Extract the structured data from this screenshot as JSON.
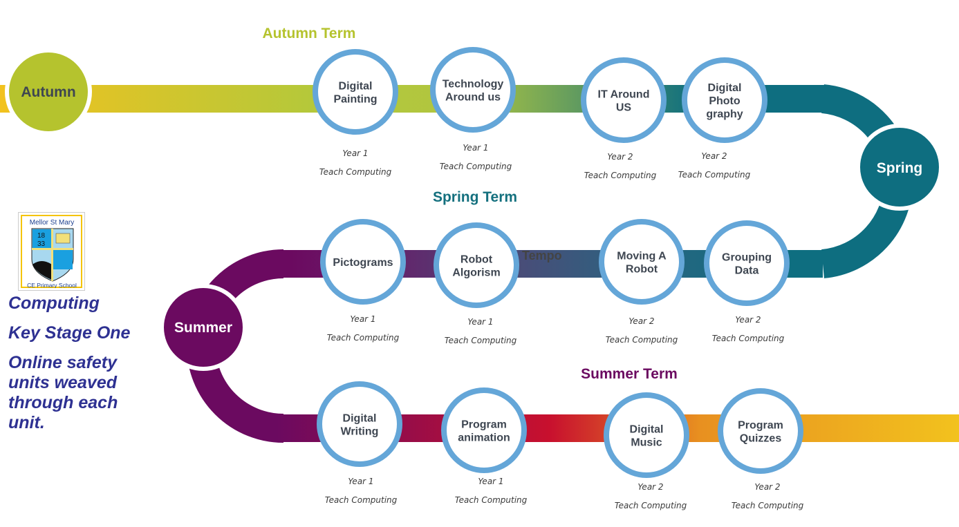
{
  "terms": {
    "autumn": {
      "title": "Autumn Term",
      "season": "Autumn",
      "color": "#b5c32e"
    },
    "spring": {
      "title": "Spring Term",
      "season": "Spring",
      "color": "#0e6e80"
    },
    "summer": {
      "title": "Summer Term",
      "season": "Summer",
      "color": "#6b0a60"
    }
  },
  "units": [
    {
      "lines": [
        "Digital",
        "Painting"
      ],
      "year": "Year 1",
      "source": "Teach Computing"
    },
    {
      "lines": [
        "Technology",
        "Around us"
      ],
      "year": "Year 1",
      "source": "Teach Computing"
    },
    {
      "lines": [
        "IT Around",
        "US"
      ],
      "year": "Year 2",
      "source": "Teach Computing"
    },
    {
      "lines": [
        "Digital",
        "Photo",
        "graphy"
      ],
      "year": "Year 2",
      "source": "Teach Computing"
    },
    {
      "lines": [
        "Pictograms"
      ],
      "year": "Year 1",
      "source": "Teach Computing"
    },
    {
      "lines": [
        "Robot",
        "Algorism"
      ],
      "year": "Year 1",
      "source": "Teach Computing"
    },
    {
      "lines": [
        "Moving A",
        "Robot"
      ],
      "year": "Year 2",
      "source": "Teach Computing"
    },
    {
      "lines": [
        "Grouping",
        "Data"
      ],
      "year": "Year 2",
      "source": "Teach Computing"
    },
    {
      "lines": [
        "Digital",
        "Writing"
      ],
      "year": "Year 1",
      "source": "Teach Computing"
    },
    {
      "lines": [
        "Program",
        "animation"
      ],
      "year": "Year 1",
      "source": "Teach Computing"
    },
    {
      "lines": [
        "Digital",
        "Music"
      ],
      "year": "Year 2",
      "source": "Teach Computing"
    },
    {
      "lines": [
        "Program",
        "Quizzes"
      ],
      "year": "Year 2",
      "source": "Teach Computing"
    }
  ],
  "stray_text": "Tempo",
  "logo": {
    "top": "Mellor St Mary",
    "years": [
      "18",
      "33"
    ],
    "bottom": "CE Primary School"
  },
  "side_text": {
    "subject": "Computing",
    "stage": "Key Stage One",
    "note": [
      "Online safety",
      "units weaved",
      "through each",
      "unit."
    ]
  },
  "colors": {
    "ring": "#64a6d8",
    "side_text": "#2e3192",
    "yellow": "#f2c21e",
    "red": "#c8102e",
    "orange": "#e89020"
  }
}
